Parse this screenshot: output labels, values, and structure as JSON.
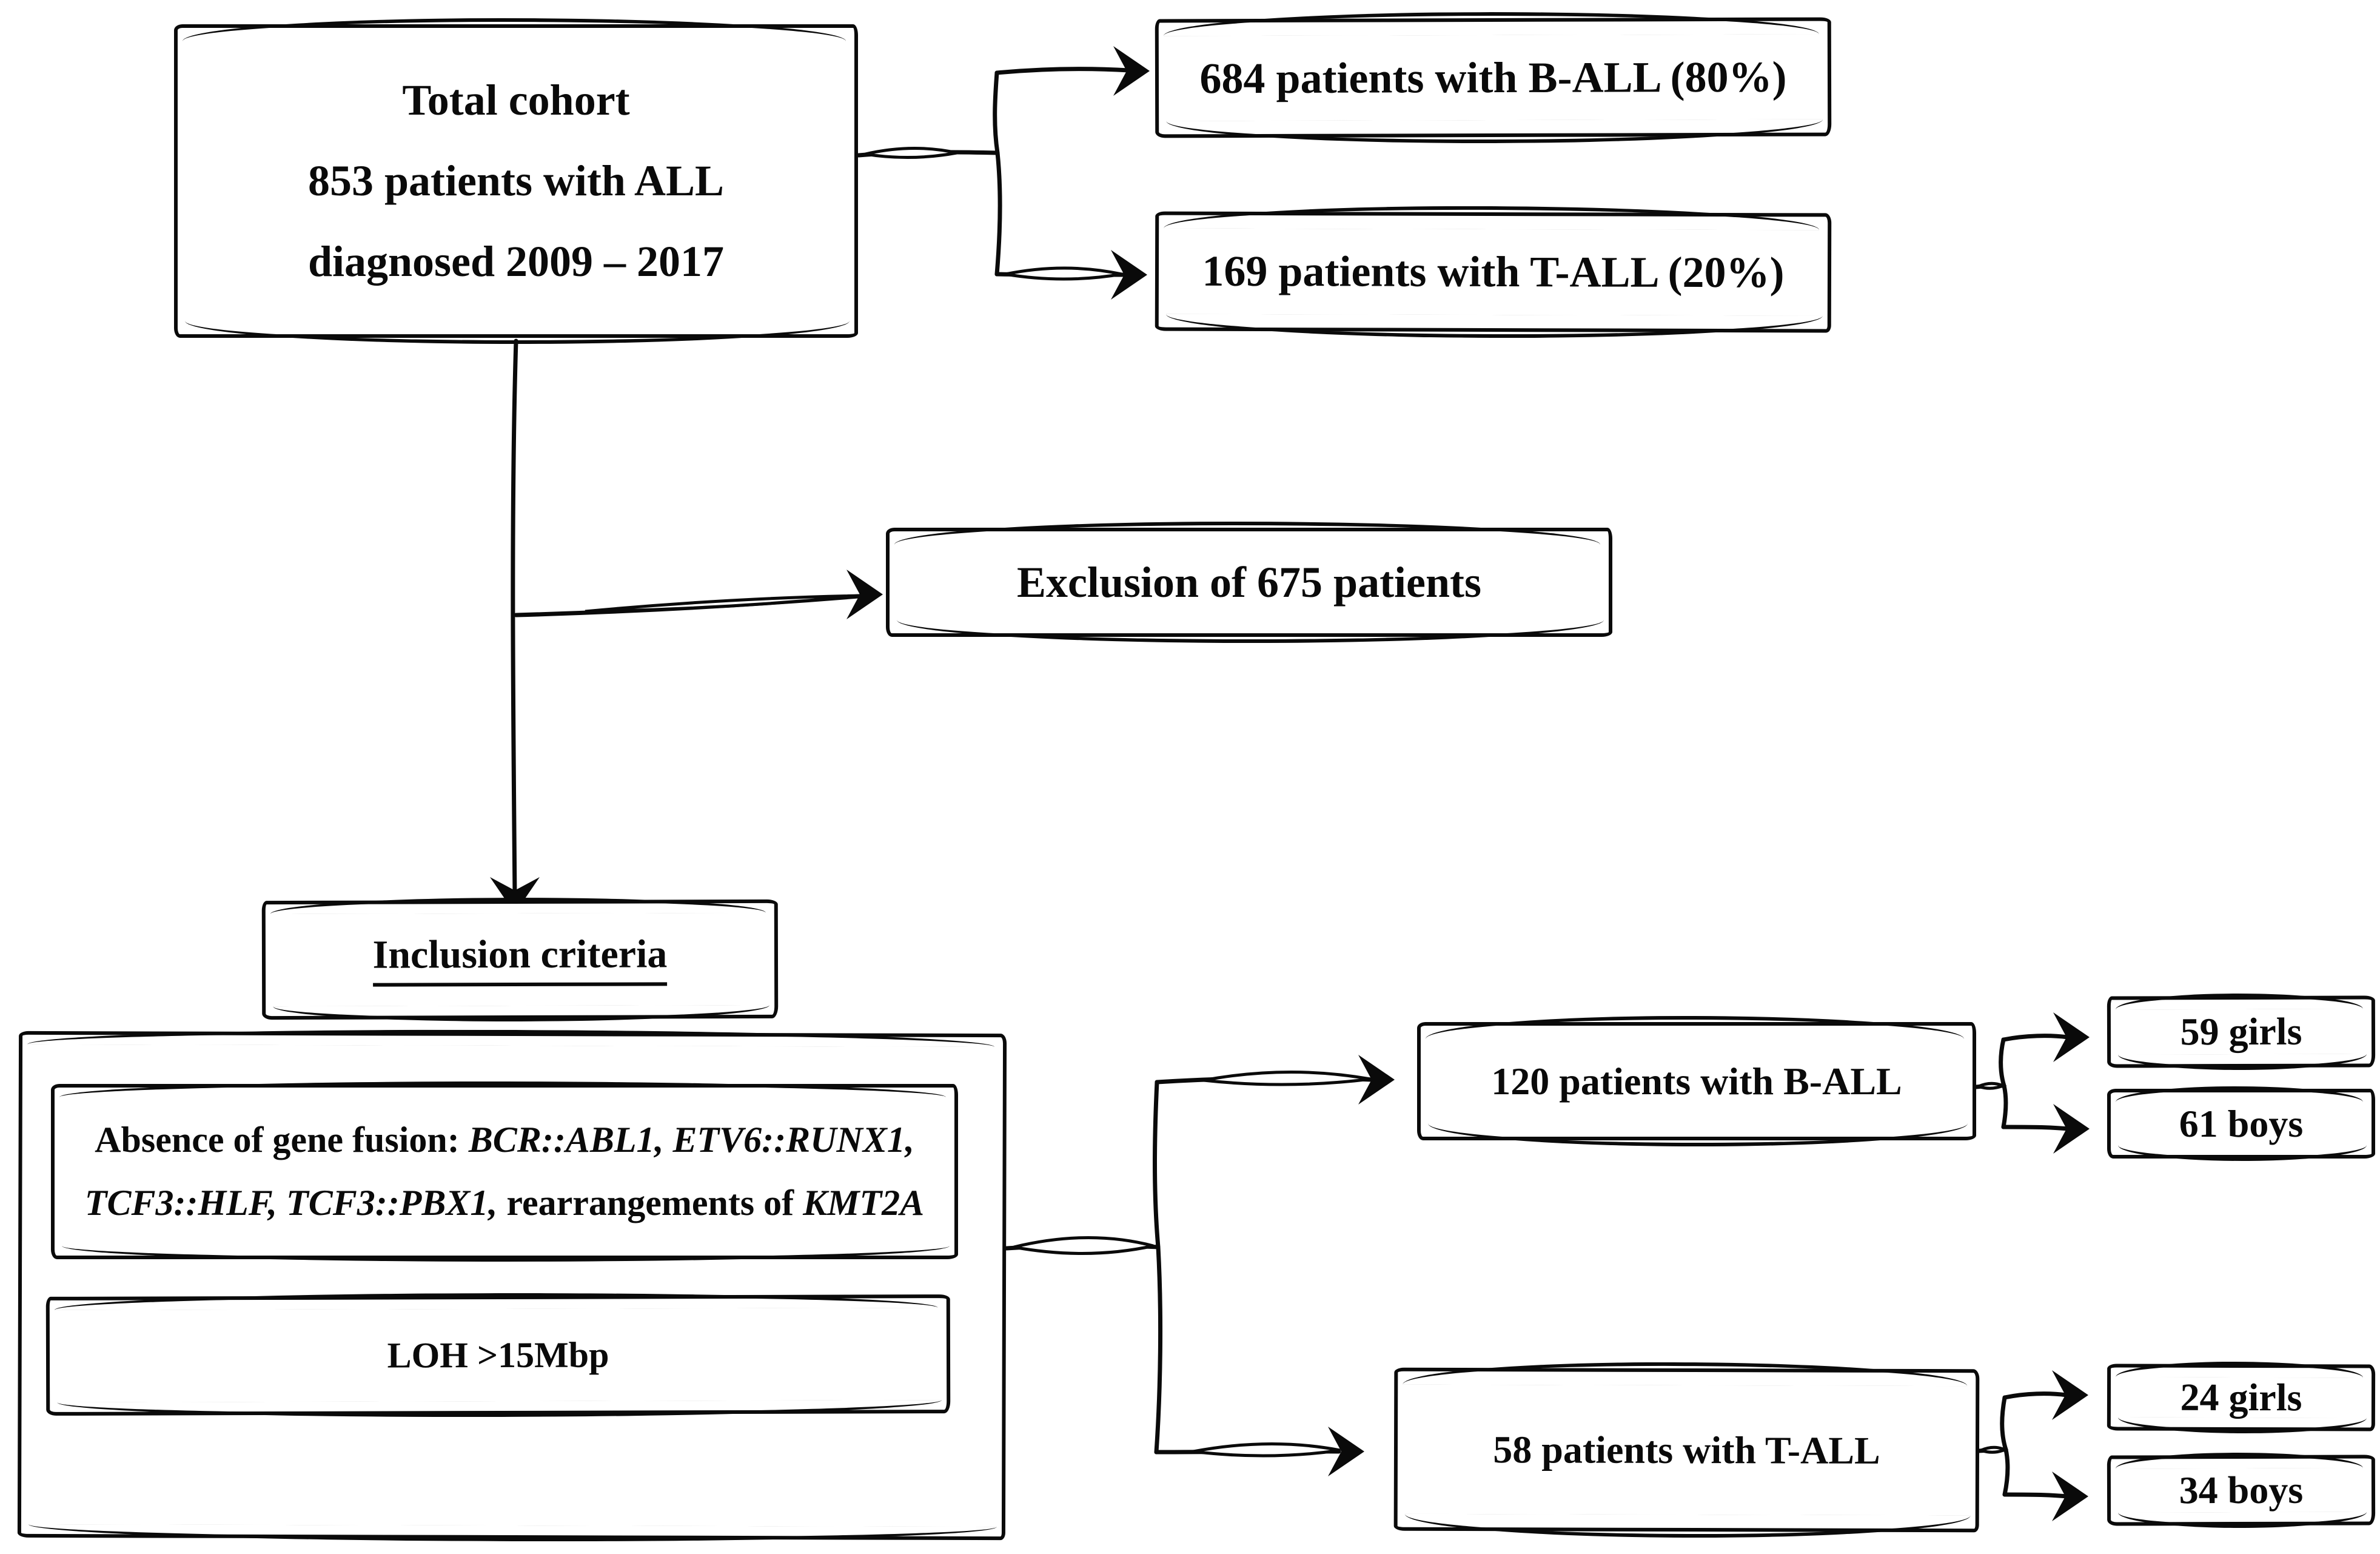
{
  "diagram": {
    "title": "ALL cohort selection flowchart",
    "colors": {
      "ink": "#0a0a0a",
      "background": "#ffffff"
    },
    "nodes": {
      "total_cohort": {
        "lines": [
          "Total cohort",
          "853 patients with ALL",
          "diagnosed 2009 – 2017"
        ]
      },
      "b_all_684": {
        "label": "684 patients with B-ALL (80%)"
      },
      "t_all_169": {
        "label": "169 patients with T-ALL (20%)"
      },
      "exclusion": {
        "label": "Exclusion of 675 patients"
      },
      "inclusion_criteria": {
        "label": "Inclusion criteria"
      },
      "gene_fusion": {
        "line1_prefix": "Absence of gene fusion: ",
        "line1_genes": "BCR::ABL1, ETV6::RUNX1,",
        "line2_genes": "TCF3::HLF, TCF3::PBX1,",
        "line2_mid": " rearrangements of ",
        "line2_gene": "KMT2A"
      },
      "loh": {
        "label": "LOH >15Mbp"
      },
      "b_all_120": {
        "label": "120 patients with B-ALL"
      },
      "t_all_58": {
        "label": "58 patients with T-ALL"
      },
      "girls_59": {
        "label": "59 girls"
      },
      "boys_61": {
        "label": "61 boys"
      },
      "girls_24": {
        "label": "24 girls"
      },
      "boys_34": {
        "label": "34 boys"
      }
    },
    "connections": [
      {
        "from": "total-cohort",
        "to": "b-all-684"
      },
      {
        "from": "total-cohort",
        "to": "t-all-169"
      },
      {
        "from": "total-cohort",
        "to": "exclusion-675"
      },
      {
        "from": "total-cohort",
        "to": "inclusion-criteria"
      },
      {
        "from": "inclusion-criteria-group",
        "to": "b-all-120"
      },
      {
        "from": "inclusion-criteria-group",
        "to": "t-all-58"
      },
      {
        "from": "b-all-120",
        "to": "girls-59"
      },
      {
        "from": "b-all-120",
        "to": "boys-61"
      },
      {
        "from": "t-all-58",
        "to": "girls-24"
      },
      {
        "from": "t-all-58",
        "to": "boys-34"
      }
    ]
  }
}
